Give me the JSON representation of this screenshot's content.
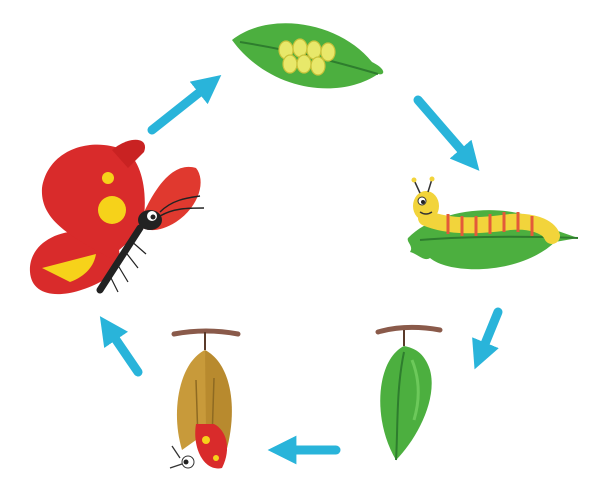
{
  "diagram": {
    "kind": "life-cycle",
    "stages": [
      {
        "id": "eggs",
        "icon": "eggs-on-leaf-icon"
      },
      {
        "id": "caterpillar",
        "icon": "caterpillar-on-leaf-icon"
      },
      {
        "id": "pupa",
        "icon": "green-chrysalis-icon"
      },
      {
        "id": "emerging",
        "icon": "butterfly-emerging-chrysalis-icon"
      },
      {
        "id": "butterfly",
        "icon": "butterfly-icon"
      }
    ],
    "arrow_color": "#29B4DA",
    "colors": {
      "leaf": "#4CAF3F",
      "leaf_dark": "#2E7D2E",
      "egg": "#E8E86A",
      "caterpillar_body": "#F2D43B",
      "caterpillar_stripe": "#E35A3A",
      "butterfly_wing": "#D92B2B",
      "butterfly_spot": "#F6D21A",
      "twig": "#8A5A4A",
      "dry_leaf": "#C89A3A"
    }
  }
}
